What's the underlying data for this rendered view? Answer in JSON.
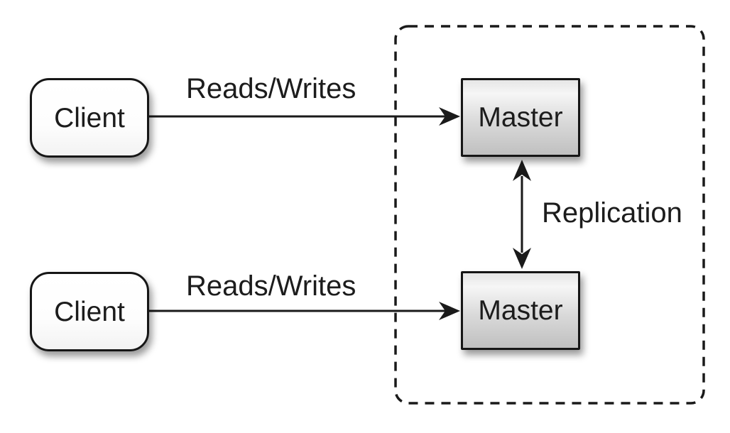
{
  "diagram": {
    "kind": "master-master replication topology",
    "nodes": {
      "client_top": {
        "label": "Client"
      },
      "client_bottom": {
        "label": "Client"
      },
      "master_top": {
        "label": "Master"
      },
      "master_bottom": {
        "label": "Master"
      }
    },
    "edges": {
      "reads_writes_top": {
        "label": "Reads/Writes",
        "from": "client_top",
        "to": "master_top",
        "direction": "one-way"
      },
      "reads_writes_bottom": {
        "label": "Reads/Writes",
        "from": "client_bottom",
        "to": "master_bottom",
        "direction": "one-way"
      },
      "replication": {
        "label": "Replication",
        "from": "master_top",
        "to": "master_bottom",
        "direction": "two-way"
      }
    },
    "group": {
      "style": "dashed-rounded-rectangle",
      "contains": [
        "master_top",
        "master_bottom"
      ]
    },
    "colors": {
      "background": "#ffffff",
      "stroke": "#1a1a1a",
      "client_fill": "#ffffff",
      "master_fill_top": "#e6e6e6",
      "master_fill_bottom": "#c0c0c0"
    }
  }
}
